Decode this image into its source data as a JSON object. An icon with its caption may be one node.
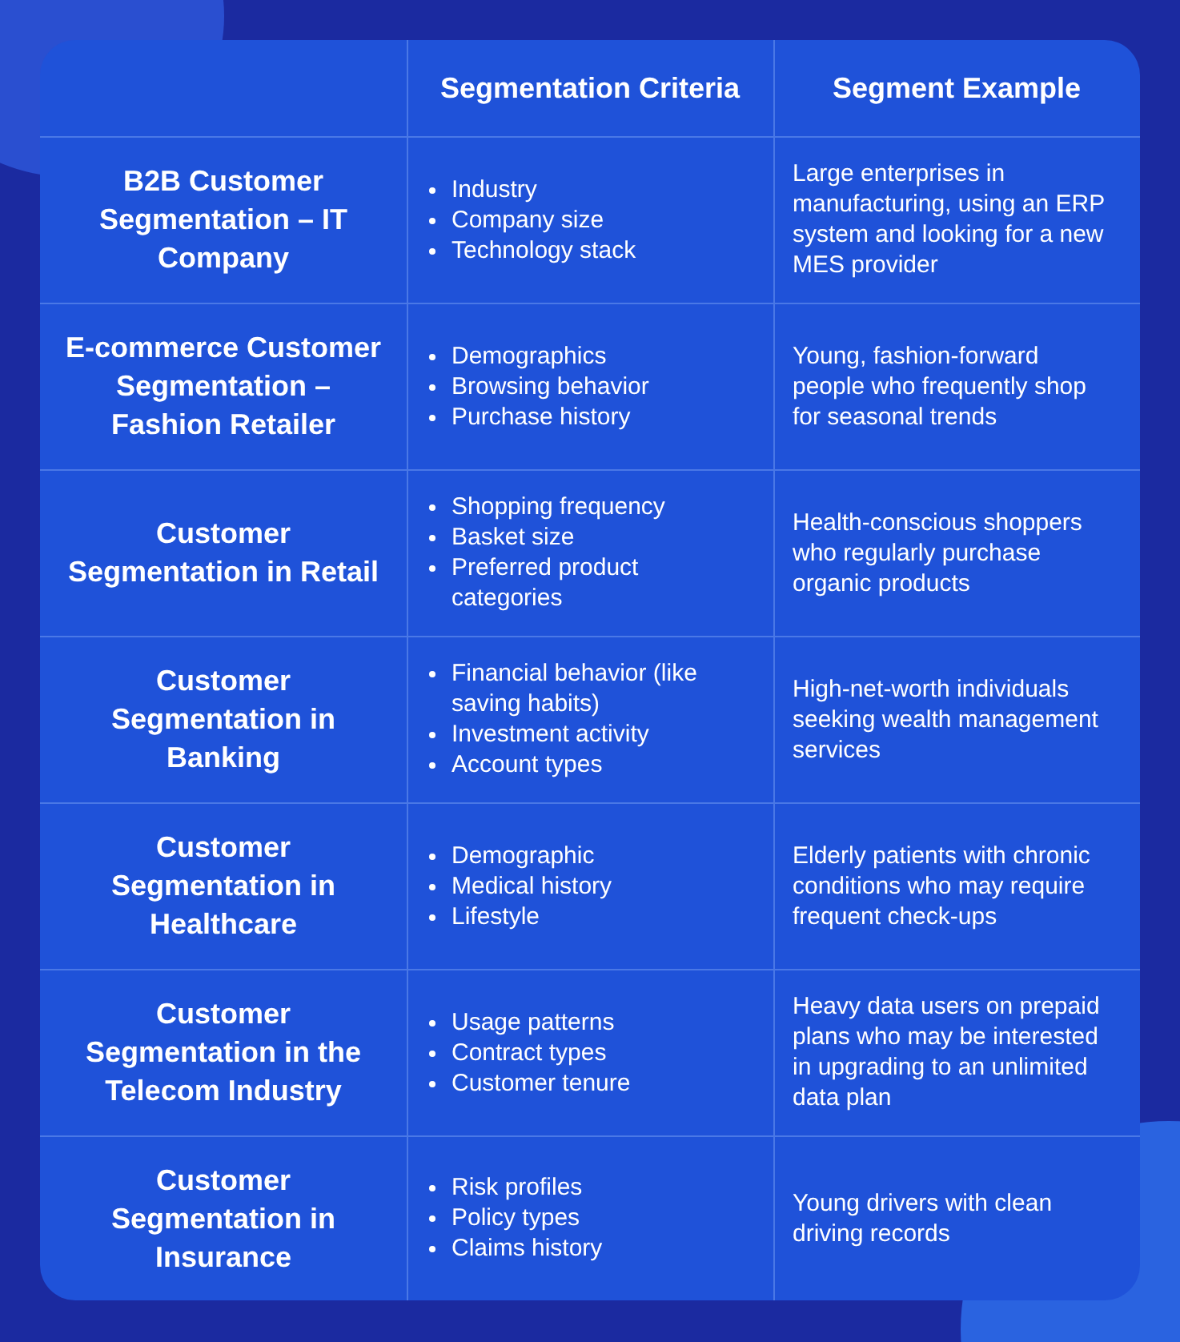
{
  "diagram": {
    "labels": [
      "Segmentation Criteria",
      "Segment Example",
      "B2B Customer Segmentation – IT Company",
      "Industry",
      "Company size",
      "Technology stack",
      "Large enterprises in manufacturing, using an ERP system and looking for a new MES provider",
      "E-commerce Customer Segmentation – Fashion Retailer",
      "Demographics",
      "Browsing behavior",
      "Purchase history",
      "Young, fashion-forward people who frequently shop for seasonal trends",
      "Customer Segmentation in Retail",
      "Shopping frequency",
      "Basket size",
      "Preferred product categories",
      "Health-conscious shoppers who regularly purchase organic products",
      "Customer Segmentation in Banking",
      "Financial behavior (like saving habits)",
      "Investment activity",
      "Account types",
      "High-net-worth individuals seeking wealth management services",
      "Customer Segmentation in Healthcare",
      "Demographic",
      "Medical history",
      "Lifestyle",
      "Elderly patients with chronic conditions who may require frequent check-ups",
      "Customer Segmentation in the Telecom Industry",
      "Usage patterns",
      "Contract types",
      "Customer tenure",
      "Heavy data users on prepaid plans who may be interested in upgrading to an unlimited data plan",
      "Customer Segmentation in Insurance",
      "Risk profiles",
      "Policy types",
      "Claims history",
      "Young drivers with clean driving records"
    ]
  }
}
